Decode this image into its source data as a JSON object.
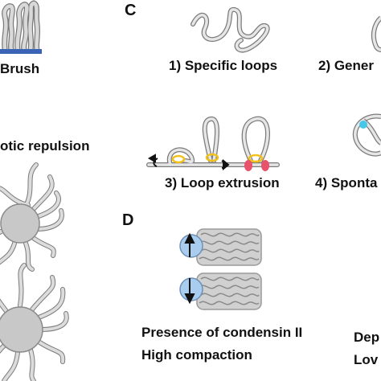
{
  "panels": {
    "brush_label": "Brush",
    "repulsion_label": "otic repulsion",
    "c_letter": "C",
    "d_letter": "D"
  },
  "loops": {
    "item1": "1) Specific loops",
    "item2": "2) Gener",
    "item3": "3) Loop extrusion",
    "item4": "4) Sponta"
  },
  "compaction": {
    "line1": "Presence of condensin II",
    "line2": "High compaction",
    "right1": "Dep",
    "right2": "Lov"
  },
  "colors": {
    "chain": "#b7b7b7",
    "chain_edge": "#7a7a7a",
    "surface": "#3a63b6",
    "yellow_ring": "#f2c21b",
    "red_anchor": "#e8526a",
    "cyan_node": "#45c7e8",
    "blue_circle": "#a9cdee"
  }
}
